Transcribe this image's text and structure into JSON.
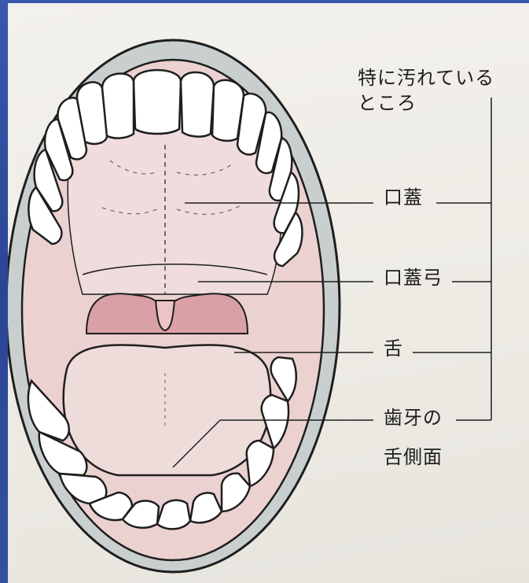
{
  "diagram": {
    "header": {
      "line1": "特に汚れている",
      "line2": "ところ"
    },
    "labels": {
      "palate": "口蓋",
      "palatal_arch": "口蓋弓",
      "tongue": "舌",
      "lingual_surface_line1": "歯牙の",
      "lingual_surface_line2": "舌側面"
    },
    "colors": {
      "slide_background": "#2f4a9a",
      "paper": "#f1efea",
      "gum_pink": "#e8c4c6",
      "throat_pink": "#d9a0a6",
      "tooth_white": "#ffffff",
      "outline": "#1e1e1e"
    }
  }
}
